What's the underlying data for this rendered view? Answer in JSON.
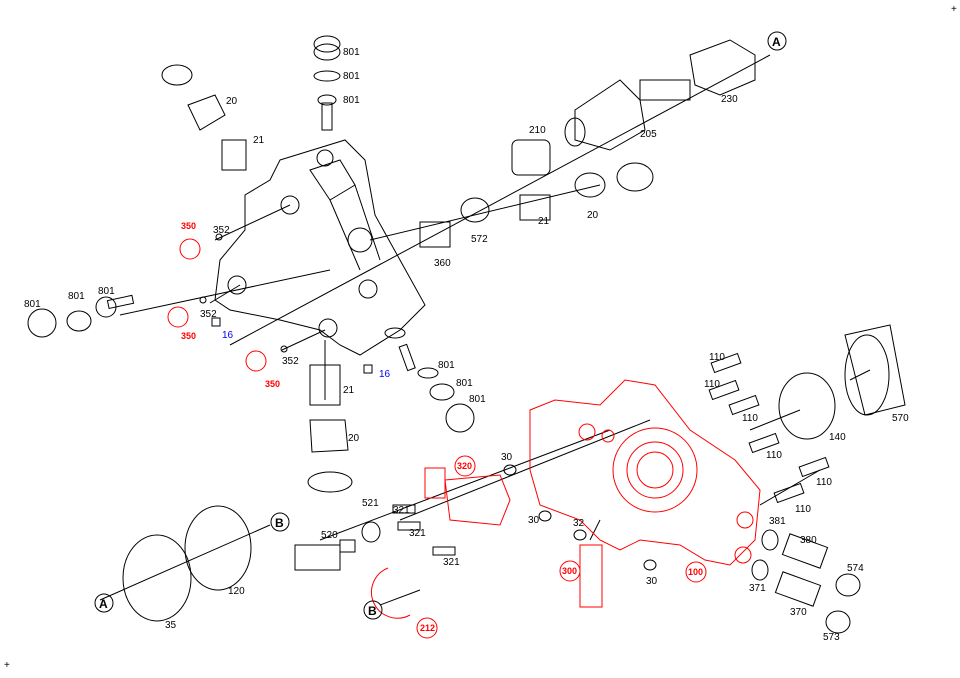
{
  "diagram": {
    "colors": {
      "main": "#000000",
      "highlight": "#ff0000",
      "note": "#0000ff"
    },
    "top_group": {
      "labels": [
        "801",
        "801",
        "801",
        "20",
        "21",
        "210",
        "205",
        "230",
        "21",
        "20",
        "572",
        "360"
      ],
      "connector_A": "A"
    },
    "left_group": {
      "labels": [
        "350",
        "352",
        "801",
        "801",
        "801",
        "352",
        "16",
        "350",
        "352",
        "350",
        "21",
        "16",
        "801",
        "801",
        "801",
        "20"
      ]
    },
    "right_group": {
      "labels": [
        "110",
        "110",
        "110",
        "110",
        "110",
        "110",
        "140",
        "570",
        "320",
        "30",
        "521",
        "321",
        "321",
        "321",
        "30",
        "32",
        "520",
        "300",
        "30",
        "100",
        "381",
        "380",
        "574",
        "371",
        "370",
        "573",
        "212"
      ]
    },
    "bottom_left": {
      "connector_B": "B",
      "connector_A": "A",
      "labels": [
        "120",
        "35"
      ],
      "connector_B2": "B"
    },
    "corner_marks": [
      "+",
      "+"
    ]
  }
}
